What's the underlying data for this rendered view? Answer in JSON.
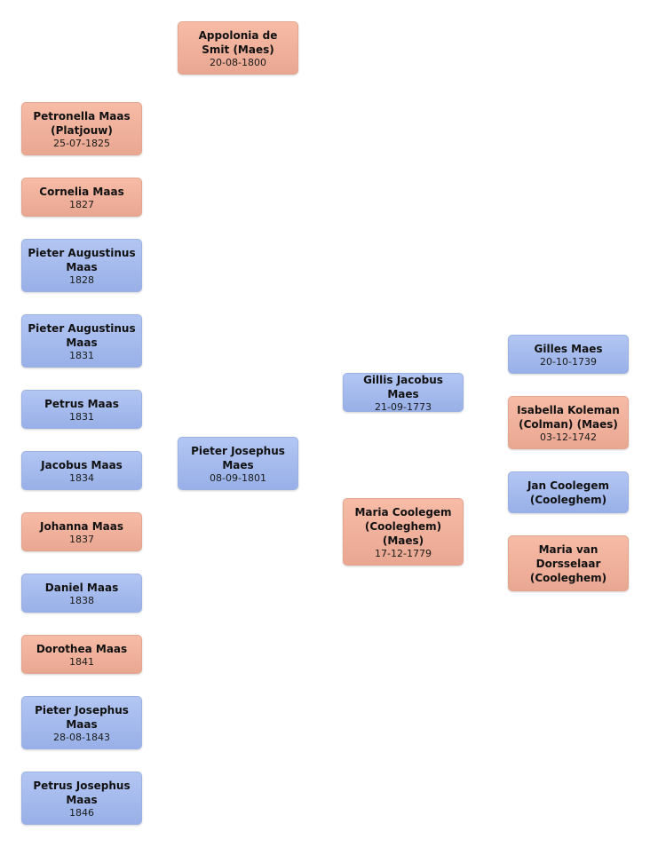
{
  "spouse": {
    "name": "Appolonia de Smit (Maes)",
    "date": "20-08-1800"
  },
  "children": [
    {
      "name": "Petronella Maas (Platjouw)",
      "date": "25-07-1825"
    },
    {
      "name": "Cornelia Maas",
      "date": "1827"
    },
    {
      "name": "Pieter Augustinus Maas",
      "date": "1828"
    },
    {
      "name": "Pieter Augustinus Maas",
      "date": "1831"
    },
    {
      "name": "Petrus Maas",
      "date": "1831"
    },
    {
      "name": "Jacobus Maas",
      "date": "1834"
    },
    {
      "name": "Johanna Maas",
      "date": "1837"
    },
    {
      "name": "Daniel Maas",
      "date": "1838"
    },
    {
      "name": "Dorothea Maas",
      "date": "1841"
    },
    {
      "name": "Pieter Josephus Maas",
      "date": "28-08-1843"
    },
    {
      "name": "Petrus Josephus Maas",
      "date": "1846"
    }
  ],
  "focus": {
    "name": "Pieter Josephus Maes",
    "date": "08-09-1801"
  },
  "parents": {
    "father": {
      "name": "Gillis Jacobus Maes",
      "date": "21-09-1773"
    },
    "mother": {
      "name": "Maria Coolegem (Cooleghem) (Maes)",
      "date": "17-12-1779"
    }
  },
  "grandparents": {
    "paternal_grandfather": {
      "name": "Gilles Maes",
      "date": "20-10-1739"
    },
    "paternal_grandmother": {
      "name": "Isabella Koleman (Colman) (Maes)",
      "date": "03-12-1742"
    },
    "maternal_grandfather": {
      "name": "Jan Coolegem (Cooleghem)",
      "date": ""
    },
    "maternal_grandmother": {
      "name": "Maria van Dorsselaar (Cooleghem)",
      "date": ""
    }
  }
}
